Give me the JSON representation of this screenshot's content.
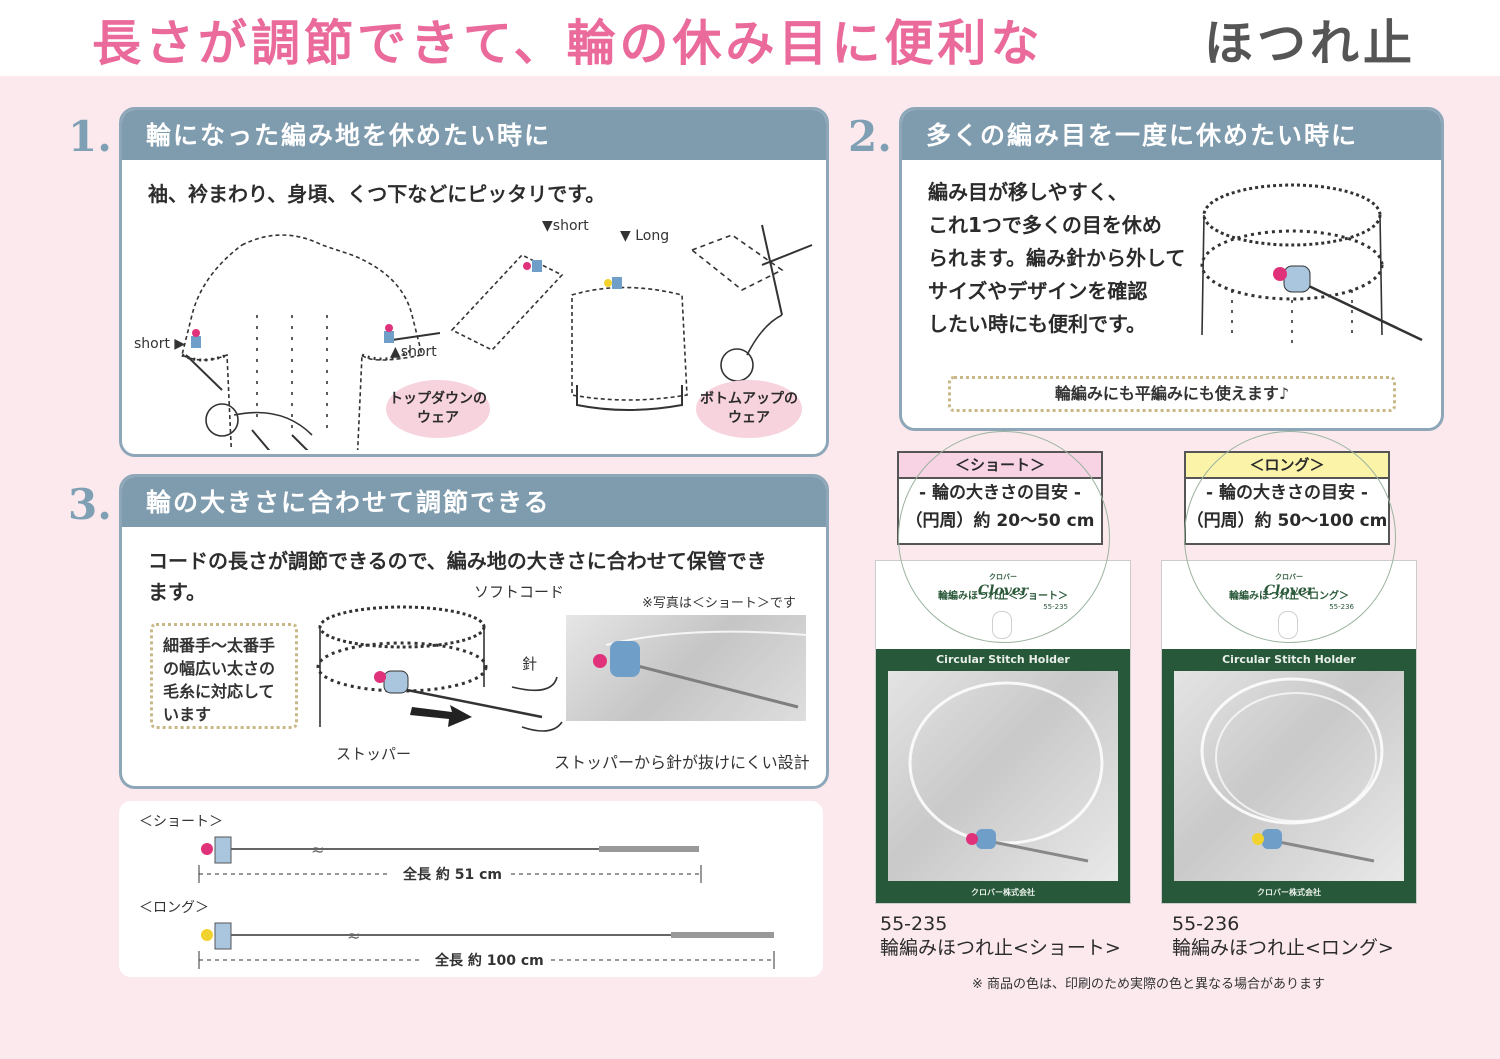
{
  "header": {
    "title_pink": "長さが調節できて、輪の休み目に便利な",
    "title_dark": "ほつれ止"
  },
  "section1": {
    "number": "1.",
    "heading": "輪になった編み地を休めたい時に",
    "text": "袖、衿まわり、身頃、くつ下などにピッタリです。",
    "label_short_a": "short",
    "label_short_b": "short",
    "label_short_c": "short",
    "label_long": "Long",
    "tag_topdown_1": "トップダウンの",
    "tag_topdown_2": "ウェア",
    "tag_bottomup_1": "ボトムアップの",
    "tag_bottomup_2": "ウェア"
  },
  "section2": {
    "number": "2.",
    "heading": "多くの編み目を一度に休めたい時に",
    "lines": [
      "編み目が移しやすく、",
      "これ1つで多くの目を休め",
      "られます。編み針から外して",
      "サイズやデザインを確認",
      "したい時にも便利です。"
    ],
    "note": "輪編みにも平編みにも使えます♪"
  },
  "section3": {
    "number": "3.",
    "heading": "輪の大きさに合わせて調節できる",
    "line1": "コードの長さが調節できるので、編み地の大きさに合わせて保管でき",
    "line2": "ます。",
    "box_lines": [
      "細番手～太番手",
      "の幅広い太さの",
      "毛糸に対応して",
      "います"
    ],
    "label_cord": "ソフトコード",
    "label_needle": "針",
    "label_stopper": "ストッパー",
    "photo_note": "※写真は＜ショート＞です",
    "design_note": "ストッパーから針が抜けにくい設計"
  },
  "lengths": {
    "short_label": "＜ショート＞",
    "short_total": "全長 約 51 cm",
    "long_label": "＜ロング＞",
    "long_total": "全長 約 100 cm"
  },
  "products": {
    "short": {
      "spec_header": "＜ショート＞",
      "spec_line1": "- 輪の大きさの目安 -",
      "spec_line2": "（円周）約 20～50 cm",
      "brand": "Clover",
      "brand_small": "クロバー",
      "package_name": "輪編みほつれ止＜ショート＞",
      "package_code": "55-235",
      "english": "Circular Stitch Holder",
      "maker": "クロバー株式会社",
      "code": "55-235",
      "name": "輪編みほつれ止<ショート>"
    },
    "long": {
      "spec_header": "＜ロング＞",
      "spec_line1": "- 輪の大きさの目安 -",
      "spec_line2": "（円周）約 50～100 cm",
      "brand": "Clover",
      "brand_small": "クロバー",
      "package_name": "輪編みほつれ止＜ロング＞",
      "package_code": "55-236",
      "english": "Circular Stitch Holder",
      "maker": "クロバー株式会社",
      "code": "55-236",
      "name": "輪編みほつれ止<ロング>"
    },
    "disclaimer": "※ 商品の色は、印刷のため実際の色と異なる場合があります"
  },
  "colors": {
    "title_pink": "#ea6a9b",
    "panel_blue": "#7f9caf",
    "package_green": "#27583a",
    "stopper_blue": "#6f9ec9",
    "bead_pink": "#e0327a",
    "bead_yellow": "#f2d22e",
    "spec_short_bg": "#f7d3e4",
    "spec_long_bg": "#fbf3a8"
  }
}
